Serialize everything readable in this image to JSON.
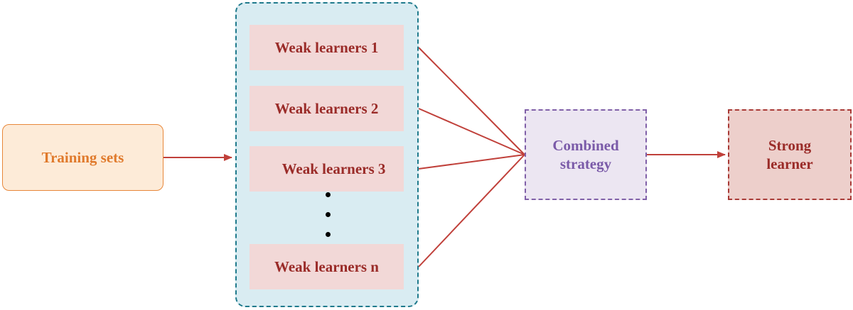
{
  "diagram": {
    "training_label": "Training sets",
    "weak_learners": [
      "Weak learners 1",
      "Weak learners 2",
      "Weak learners 3",
      "Weak learners n"
    ],
    "combined_label": [
      "Combined",
      "strategy"
    ],
    "strong_label": [
      "Strong",
      "learner"
    ]
  },
  "colors": {
    "training_fill": "#fdebd8",
    "training_border": "#e8873a",
    "training_text": "#e07a2c",
    "group_fill": "#d9ecf2",
    "group_border": "#1f7a8c",
    "weak_fill": "#f2d8d7",
    "weak_text": "#9a2b28",
    "combined_fill": "#ece6f2",
    "combined_border": "#8060a8",
    "strong_fill": "#edcfcb",
    "strong_border": "#a83a36",
    "arrow": "#c0403a"
  }
}
